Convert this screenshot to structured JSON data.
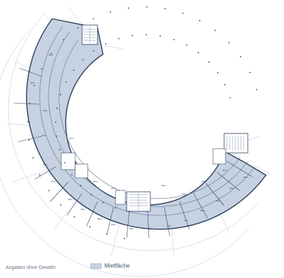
{
  "plan": {
    "colors": {
      "rental_fill": "#c6d2e1",
      "wall": "#2c3e5a",
      "line": "#5a6c88",
      "light_line": "#9aa8be"
    },
    "room_labels": [
      {
        "id": "r1",
        "text": "Büro"
      },
      {
        "id": "r2",
        "text": "Büro"
      },
      {
        "id": "r3",
        "text": "Büro"
      },
      {
        "id": "r4",
        "text": "Büro"
      },
      {
        "id": "r5",
        "text": "Büro"
      },
      {
        "id": "r6",
        "text": "Büro"
      },
      {
        "id": "r7",
        "text": "Büro"
      },
      {
        "id": "r8",
        "text": "Büro"
      },
      {
        "id": "r9",
        "text": "Büro"
      },
      {
        "id": "r10",
        "text": "Büro"
      },
      {
        "id": "r11",
        "text": "Büro"
      },
      {
        "id": "r12",
        "text": "Büro"
      },
      {
        "id": "r13",
        "text": "Büro"
      },
      {
        "id": "r14",
        "text": "Büro"
      },
      {
        "id": "r15",
        "text": "Büro"
      },
      {
        "id": "r16",
        "text": "Büro"
      },
      {
        "id": "r17",
        "text": "Büro"
      },
      {
        "id": "r18",
        "text": "Büro"
      },
      {
        "id": "r19",
        "text": "Büro"
      },
      {
        "id": "r20",
        "text": "Büro"
      },
      {
        "id": "r21",
        "text": "Büro"
      },
      {
        "id": "r22",
        "text": "Büro"
      },
      {
        "id": "r23",
        "text": "Büro"
      },
      {
        "id": "r24",
        "text": "Büro"
      },
      {
        "id": "r25",
        "text": "Büro"
      }
    ]
  },
  "footer": {
    "disclaimer": "Angaben ohne Gewähr",
    "legend_label": "Mietfläche"
  }
}
